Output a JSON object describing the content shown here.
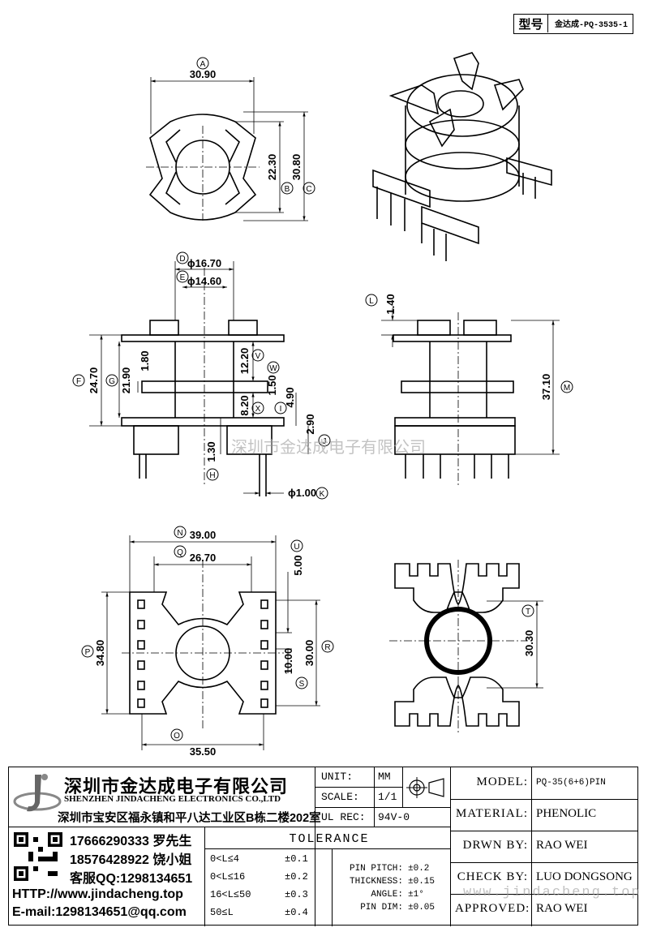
{
  "model_tag": {
    "label": "型号",
    "value": "金达成-PQ-3535-1"
  },
  "views": {
    "top": {
      "dims": {
        "A": "30.90",
        "B": "22.30",
        "C": "30.80"
      },
      "letters": {
        "A": "A",
        "B": "B",
        "C": "C"
      }
    },
    "side": {
      "dims": {
        "D": "ϕ16.70",
        "E": "ϕ14.60",
        "F": "24.70",
        "G": "21.90",
        "h180": "1.80",
        "V": "12.20",
        "W": "1.50",
        "X": "8.20",
        "I": "4.90",
        "J": "2.90",
        "H": "1.30",
        "K": "ϕ1.00"
      },
      "letters": {
        "D": "D",
        "E": "E",
        "F": "F",
        "G": "G",
        "V": "V",
        "W": "W",
        "X": "X",
        "I": "I",
        "J": "J",
        "H": "H",
        "K": "K"
      }
    },
    "front": {
      "dims": {
        "L": "1.40",
        "M": "37.10"
      },
      "letters": {
        "L": "L",
        "M": "M"
      }
    },
    "bottom": {
      "dims": {
        "N": "39.00",
        "Q": "26.70",
        "U": "5.00",
        "P": "34.80",
        "R": "30.00",
        "S": "10.00",
        "O": "35.50"
      },
      "letters": {
        "N": "N",
        "Q": "Q",
        "U": "U",
        "P": "P",
        "R": "R",
        "S": "S",
        "O": "O"
      }
    },
    "bottom_right": {
      "dims": {
        "T": "30.30"
      },
      "letters": {
        "T": "T"
      }
    }
  },
  "watermark": "深圳市金达成电子有限公司",
  "watermark_url": "www.jindacheng.top",
  "company": {
    "name_cn": "深圳市金达成电子有限公司",
    "name_en": "SHENZHEN JINDACHENG ELECTRONICS CO.,LTD",
    "address": "深圳市宝安区福永镇和平八达工业区B栋二楼202室",
    "phone1": "17666290333 罗先生",
    "phone2": "18576428922 饶小姐",
    "qq": "客服QQ:1298134651",
    "http": "HTTP://www.jindacheng.top",
    "email": "E-mail:1298134651@qq.com"
  },
  "title_block": {
    "unit_label": "UNIT:",
    "unit_value": "MM",
    "scale_label": "SCALE:",
    "scale_value": "1/1",
    "ul_label": "UL REC:",
    "ul_value": "94V-0",
    "tolerance_title": "TOLERANCE",
    "tolerances": [
      {
        "range": "0<L≤4",
        "tol": "±0.1"
      },
      {
        "range": "0<L≤16",
        "tol": "±0.2"
      },
      {
        "range": "16<L≤50",
        "tol": "±0.3"
      },
      {
        "range": "50≤L",
        "tol": "±0.4"
      }
    ],
    "pin_specs": [
      {
        "label": "PIN PITCH:",
        "tol": "±0.2"
      },
      {
        "label": "THICKNESS:",
        "tol": "±0.15"
      },
      {
        "label": "ANGLE:",
        "tol": "±1°"
      },
      {
        "label": "PIN DIM:",
        "tol": "±0.05"
      }
    ],
    "fields": [
      {
        "label": "MODEL:",
        "value": "PQ-35(6+6)PIN"
      },
      {
        "label": "MATERIAL:",
        "value": "PHENOLIC"
      },
      {
        "label": "DRWN BY:",
        "value": "RAO WEI"
      },
      {
        "label": "CHECK BY:",
        "value": "LUO DONGSONG"
      },
      {
        "label": "APPROVED:",
        "value": "RAO WEI"
      }
    ]
  }
}
